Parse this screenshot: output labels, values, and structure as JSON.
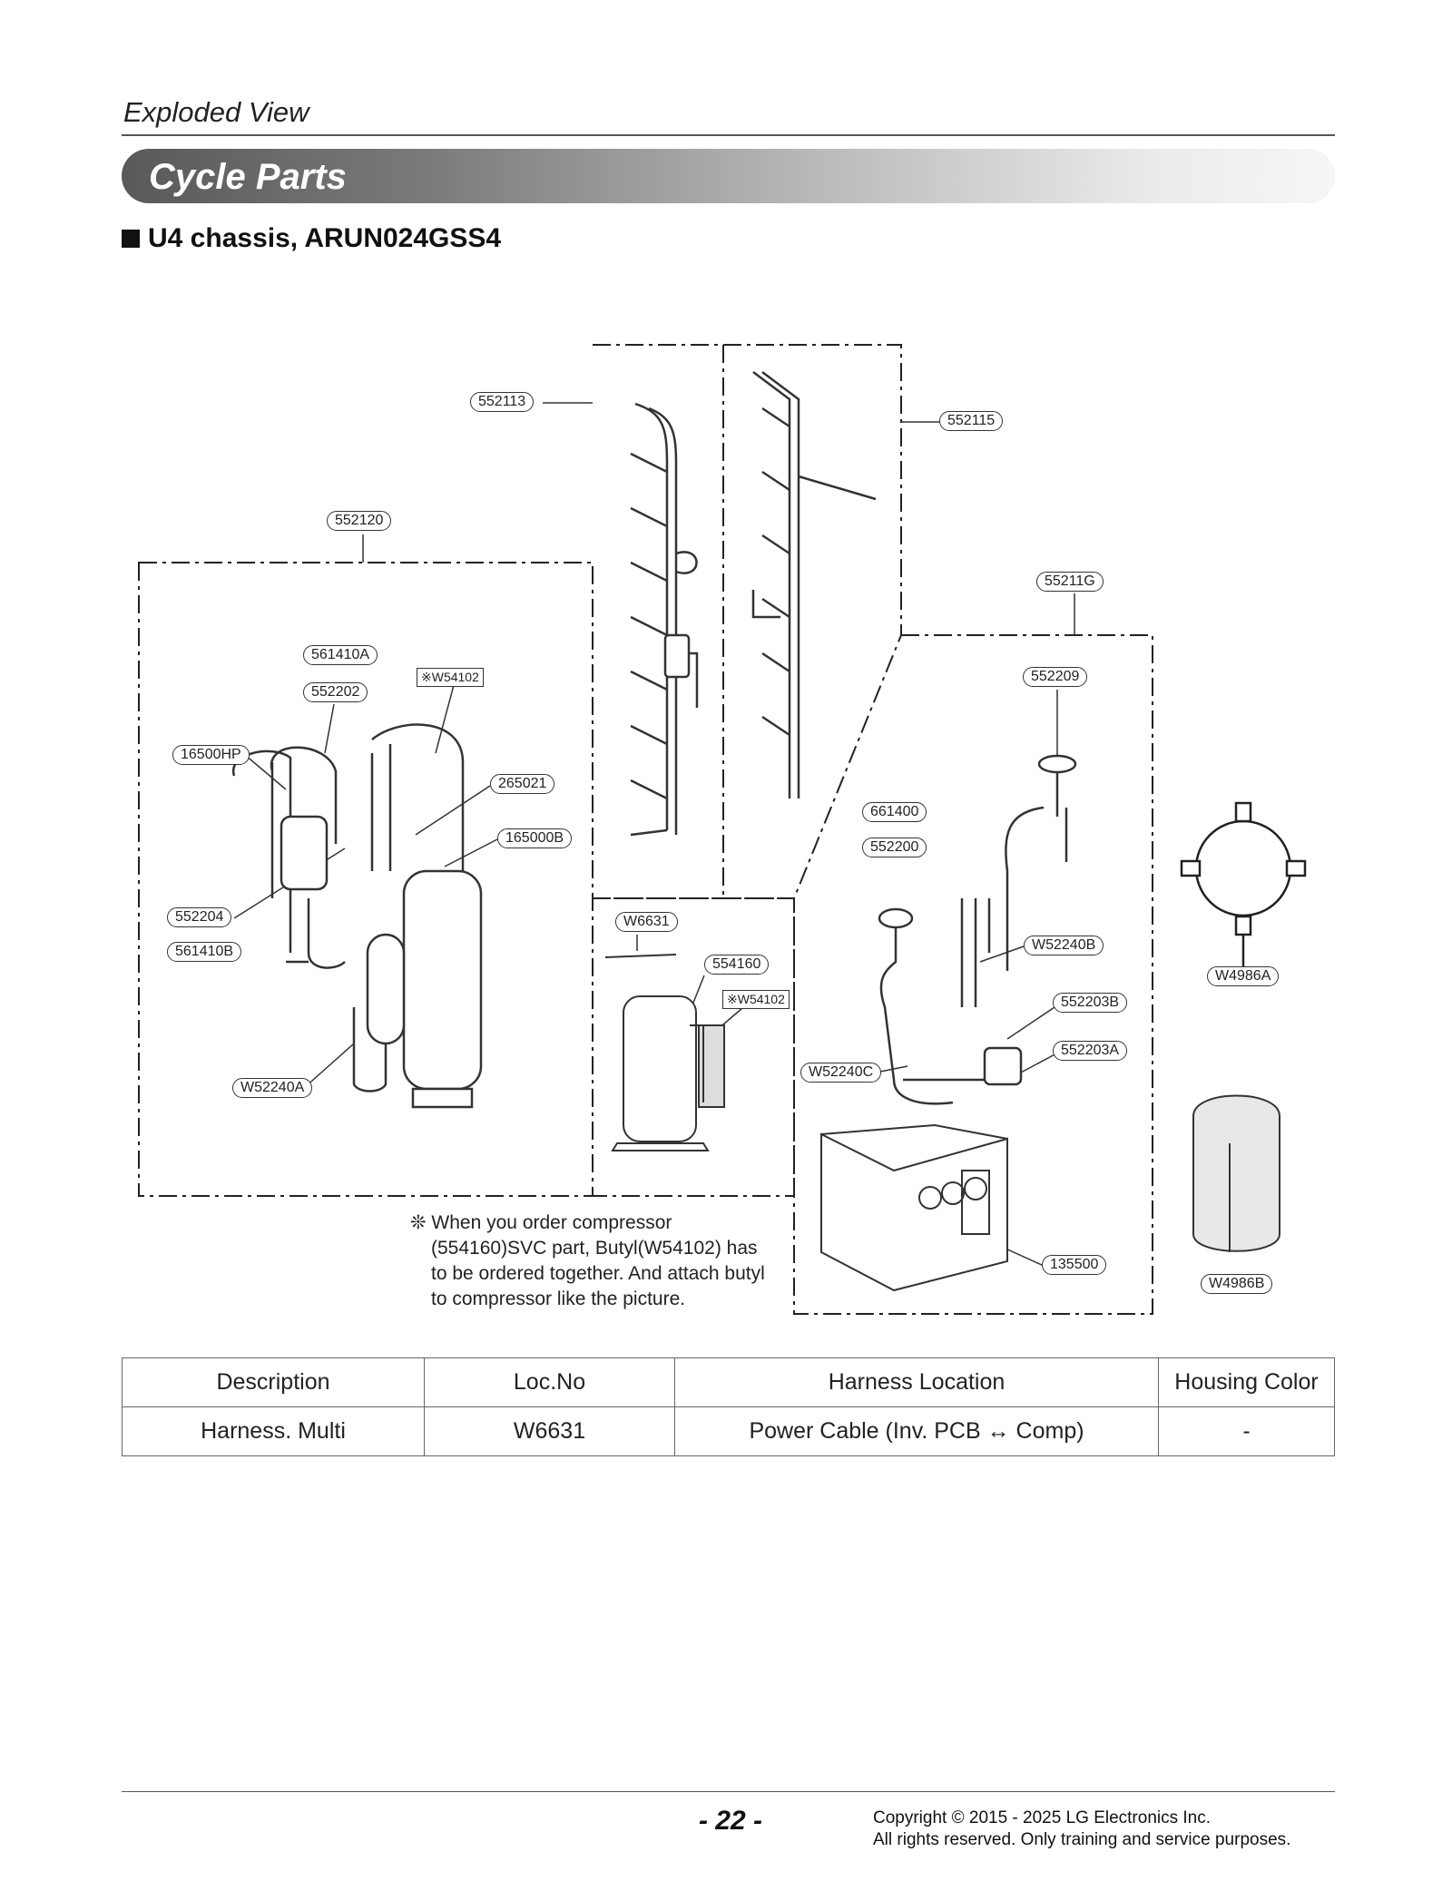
{
  "header": {
    "section_label": "Exploded View",
    "banner_title": "Cycle Parts",
    "subtitle": "U4 chassis, ARUN024GSS4"
  },
  "diagram": {
    "callouts": {
      "c552113": "552113",
      "c552115": "552115",
      "c552120": "552120",
      "c55211G": "55211G",
      "c561410A": "561410A",
      "cW54102a": "※W54102",
      "c552202": "552202",
      "c552209": "552209",
      "c16500HP": "16500HP",
      "c265021": "265021",
      "c165000B": "165000B",
      "c661400": "661400",
      "c552200": "552200",
      "c552204": "552204",
      "c561410B": "561410B",
      "cW6631": "W6631",
      "c554160": "554160",
      "cW54102b": "※W54102",
      "cW52240B": "W52240B",
      "c552203B": "552203B",
      "cW4986A": "W4986A",
      "cW52240C": "W52240C",
      "c552203A": "552203A",
      "cW52240A": "W52240A",
      "c135500": "135500",
      "cW4986B": "W4986B"
    },
    "note_lines": [
      "❊ When you order compressor",
      "(554160)SVC part, Butyl(W54102) has",
      "to be ordered together. And attach butyl",
      "to compressor like the picture."
    ]
  },
  "harness_table": {
    "headers": [
      "Description",
      "Loc.No",
      "Harness Location",
      "Housing Color"
    ],
    "rows": [
      [
        "Harness. Multi",
        "W6631",
        "Power Cable (Inv. PCB ↔ Comp)",
        "-"
      ]
    ]
  },
  "footer": {
    "page_number": "- 22 -",
    "copyright_line1": "Copyright © 2015 - 2025 LG Electronics Inc.",
    "copyright_line2": "All rights reserved. Only training and service purposes."
  }
}
